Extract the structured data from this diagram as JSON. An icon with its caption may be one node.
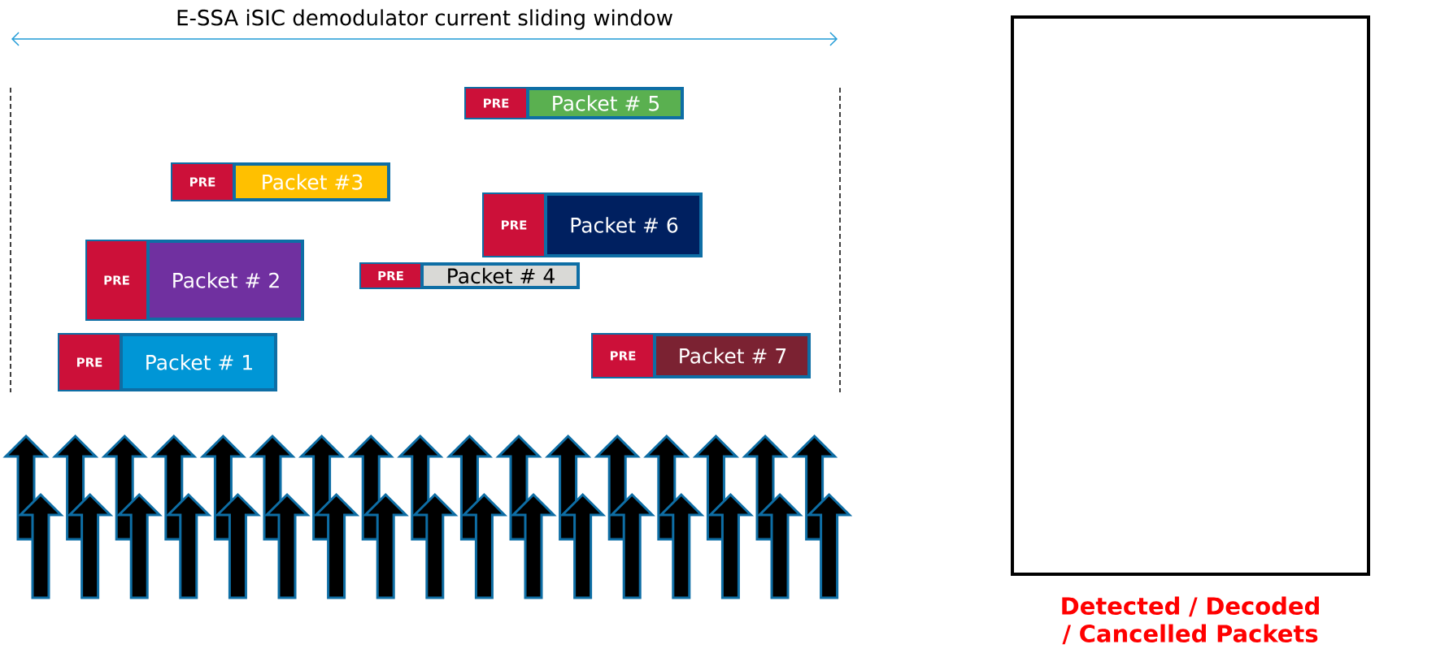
{
  "diagram": {
    "nodes": [
      {
        "text": [
          "PRE",
          "Packet # 5"
        ]
      },
      {
        "text": [
          "PRE",
          "Packet #3"
        ]
      },
      {
        "text": [
          "PRE",
          "Packet # 6"
        ]
      },
      {
        "text": [
          "PRE",
          "Packet # 2"
        ]
      },
      {
        "text": [
          "PRE",
          "Packet # 4"
        ]
      },
      {
        "text": [
          "PRE",
          "Packet # 1"
        ]
      },
      {
        "text": [
          "PRE",
          "Packet # 7"
        ]
      },
      {
        "text": [],
        "shape": "box",
        "beside": [
          "Detected / Decoded / Cancelled Packets"
        ]
      }
    ],
    "edges": [],
    "labels": [
      "E-SSA iSIC demodulator current sliding window"
    ]
  }
}
